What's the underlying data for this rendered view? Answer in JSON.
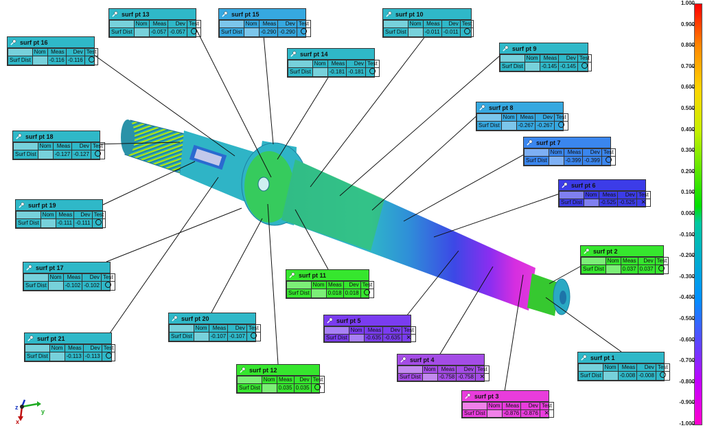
{
  "callout_table": {
    "headers": {
      "nom": "Nom",
      "meas": "Meas",
      "dev": "Dev",
      "test": "Test"
    },
    "row_label": "Surf Dist"
  },
  "callouts": [
    {
      "id": "pt1",
      "name": "surf pt 1",
      "meas": "-0.008",
      "dev": "-0.008",
      "result": "pass",
      "color": "#2fb8c8"
    },
    {
      "id": "pt2",
      "name": "surf pt 2",
      "meas": "0.037",
      "dev": "0.037",
      "result": "pass",
      "color": "#36e62e"
    },
    {
      "id": "pt3",
      "name": "surf pt 3",
      "meas": "-0.876",
      "dev": "-0.876",
      "result": "fail",
      "color": "#e83cdc"
    },
    {
      "id": "pt4",
      "name": "surf pt 4",
      "meas": "-0.758",
      "dev": "-0.758",
      "result": "fail",
      "color": "#a44ce6"
    },
    {
      "id": "pt5",
      "name": "surf pt 5",
      "meas": "-0.635",
      "dev": "-0.635",
      "result": "fail",
      "color": "#7a3cf0"
    },
    {
      "id": "pt6",
      "name": "surf pt 6",
      "meas": "-0.525",
      "dev": "-0.525",
      "result": "fail",
      "color": "#3c3ce8"
    },
    {
      "id": "pt7",
      "name": "surf pt 7",
      "meas": "-0.399",
      "dev": "-0.399",
      "result": "pass",
      "color": "#3a86ee"
    },
    {
      "id": "pt8",
      "name": "surf pt 8",
      "meas": "-0.267",
      "dev": "-0.267",
      "result": "pass",
      "color": "#36a8e0"
    },
    {
      "id": "pt9",
      "name": "surf pt 9",
      "meas": "-0.145",
      "dev": "-0.145",
      "result": "pass",
      "color": "#2fb8c8"
    },
    {
      "id": "pt10",
      "name": "surf pt 10",
      "meas": "-0.011",
      "dev": "-0.011",
      "result": "pass",
      "color": "#2fb8c8"
    },
    {
      "id": "pt11",
      "name": "surf pt 11",
      "meas": "0.018",
      "dev": "0.018",
      "result": "pass",
      "color": "#36e62e"
    },
    {
      "id": "pt12",
      "name": "surf pt 12",
      "meas": "0.035",
      "dev": "0.035",
      "result": "pass",
      "color": "#36e62e"
    },
    {
      "id": "pt13",
      "name": "surf pt 13",
      "meas": "-0.057",
      "dev": "-0.057",
      "result": "pass",
      "color": "#2fb8c8"
    },
    {
      "id": "pt14",
      "name": "surf pt 14",
      "meas": "-0.181",
      "dev": "-0.181",
      "result": "pass",
      "color": "#2fb8c8"
    },
    {
      "id": "pt15",
      "name": "surf pt 15",
      "meas": "-0.290",
      "dev": "-0.290",
      "result": "pass",
      "color": "#36a8e0"
    },
    {
      "id": "pt16",
      "name": "surf pt 16",
      "meas": "-0.116",
      "dev": "-0.116",
      "result": "pass",
      "color": "#2fb8c8"
    },
    {
      "id": "pt17",
      "name": "surf pt 17",
      "meas": "-0.102",
      "dev": "-0.102",
      "result": "pass",
      "color": "#2fb8c8"
    },
    {
      "id": "pt18",
      "name": "surf pt 18",
      "meas": "-0.127",
      "dev": "-0.127",
      "result": "pass",
      "color": "#2fb8c8"
    },
    {
      "id": "pt19",
      "name": "surf pt 19",
      "meas": "-0.111",
      "dev": "-0.111",
      "result": "pass",
      "color": "#2fb8c8"
    },
    {
      "id": "pt20",
      "name": "surf pt 20",
      "meas": "-0.107",
      "dev": "-0.107",
      "result": "pass",
      "color": "#2fb8c8"
    },
    {
      "id": "pt21",
      "name": "surf pt 21",
      "meas": "-0.113",
      "dev": "-0.113",
      "result": "pass",
      "color": "#2fb8c8"
    }
  ],
  "legend": {
    "ticks": [
      "1.000",
      "0.900",
      "0.800",
      "0.700",
      "0.600",
      "0.500",
      "0.400",
      "0.300",
      "0.200",
      "0.100",
      "0.000",
      "-0.100",
      "-0.200",
      "-0.300",
      "-0.400",
      "-0.500",
      "-0.600",
      "-0.700",
      "-0.800",
      "-0.900",
      "-1.000"
    ]
  },
  "axes": {
    "x": "x",
    "y": "y",
    "z": "z"
  },
  "icons": {
    "callout_pin": "pushpin-icon",
    "pass": "circle-icon",
    "fail": "x-icon"
  }
}
